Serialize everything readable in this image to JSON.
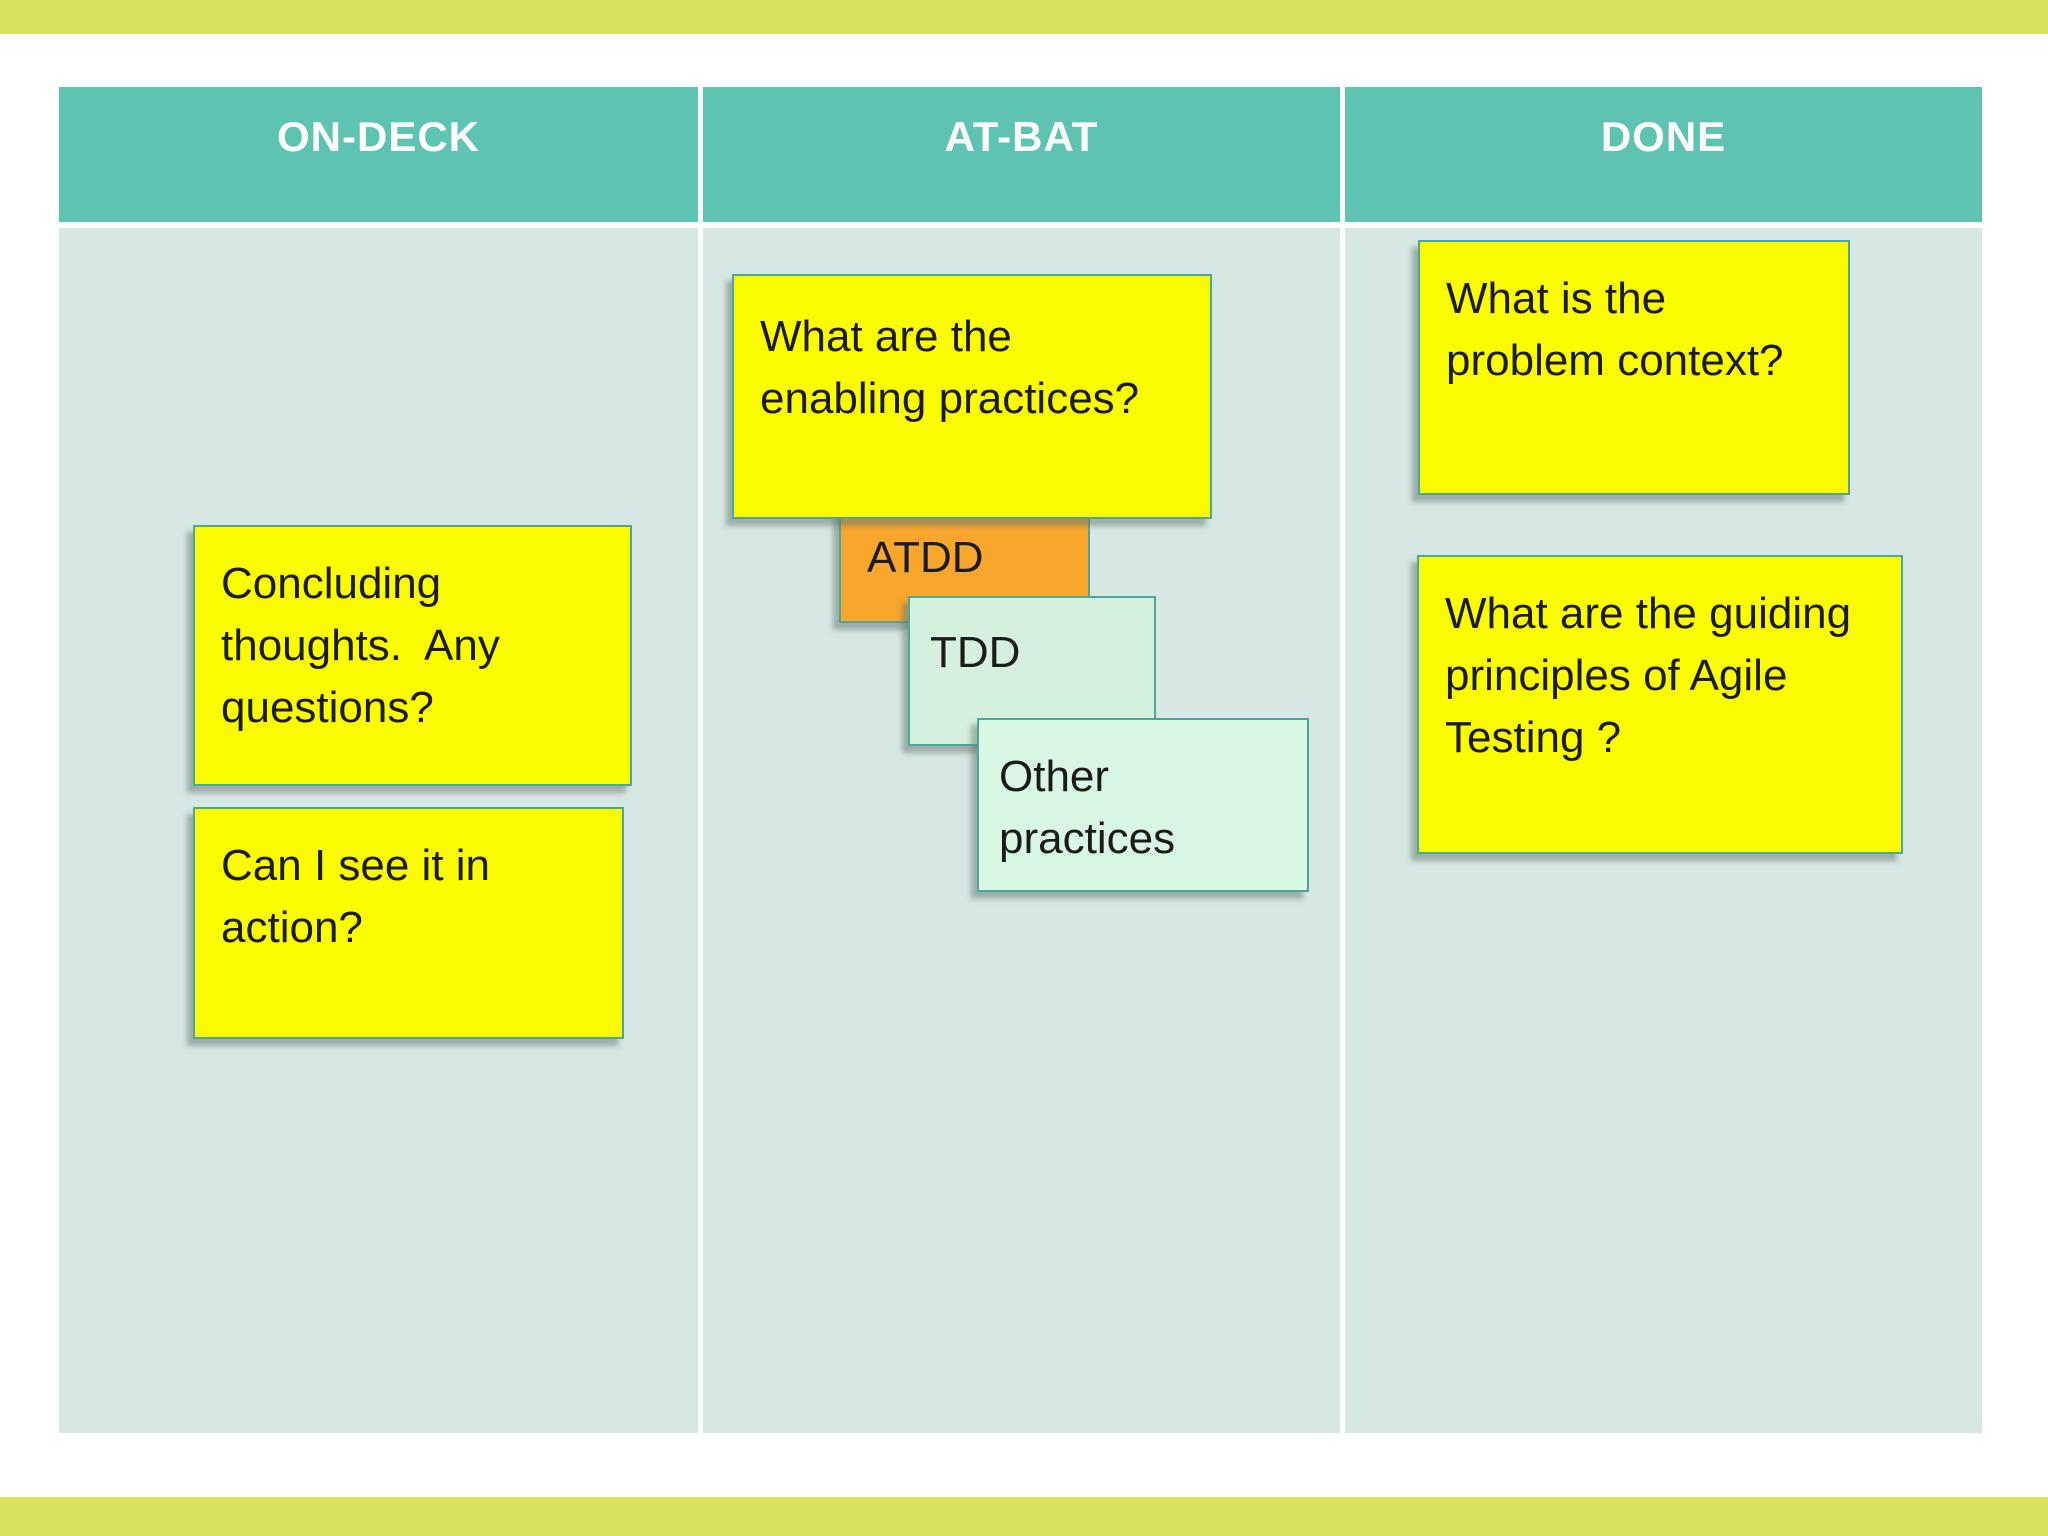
{
  "board": {
    "columns": [
      {
        "header": "ON-DECK",
        "notes": [
          {
            "text": "Concluding thoughts.  Any questions?",
            "color": "yellow"
          },
          {
            "text": "Can I see it in action?",
            "color": "yellow"
          }
        ]
      },
      {
        "header": "AT-BAT",
        "notes": [
          {
            "text": "What are the enabling practices?",
            "color": "yellow"
          },
          {
            "text": "ATDD",
            "color": "orange"
          },
          {
            "text": "TDD",
            "color": "mint"
          },
          {
            "text": "Other practices",
            "color": "mint"
          }
        ]
      },
      {
        "header": "DONE",
        "notes": [
          {
            "text": "What is the problem context?",
            "color": "yellow"
          },
          {
            "text": "What are the guiding principles of Agile Testing ?",
            "color": "yellow"
          }
        ]
      }
    ]
  },
  "colors": {
    "accent_bar": "#d9e15f",
    "column_header_bg": "#5ec3b1",
    "column_header_text": "#ffffff",
    "column_body_bg": "#d7e7e3",
    "note_yellow": "#fcfc00",
    "note_orange": "#f8a62c",
    "note_mint_tdd": "#d5f0dc",
    "note_mint_other": "#d9f8e3",
    "note_border": "#49a89d",
    "note_text": "#1b1b1b"
  }
}
